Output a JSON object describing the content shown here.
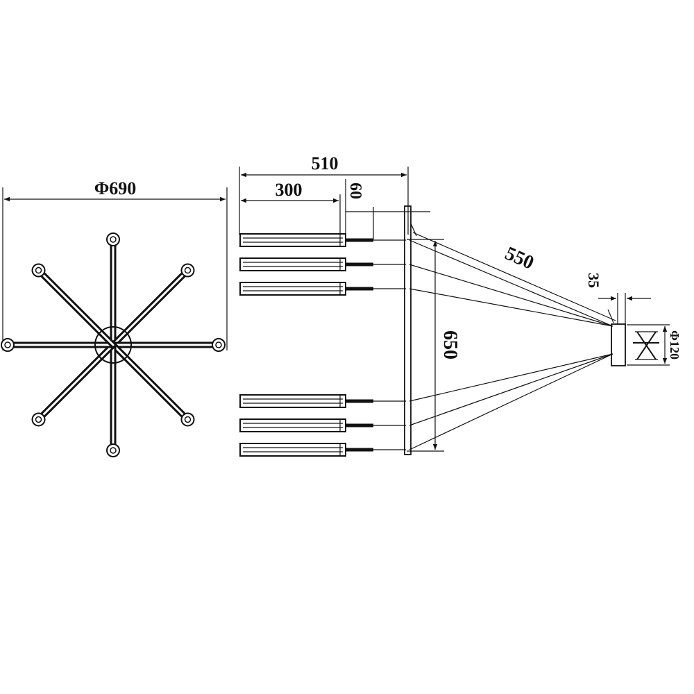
{
  "dimensions": {
    "overall_diameter": "Φ690",
    "total_length": "510",
    "arm_length": "300",
    "stem_length": "60",
    "cable_length": "550",
    "canopy_height": "35",
    "canopy_diameter": "Φ120",
    "drop_height": "650"
  },
  "top_view": {
    "arm_count": 8
  },
  "side_view": {
    "upper_fixture_count": 3,
    "lower_fixture_count": 3
  }
}
